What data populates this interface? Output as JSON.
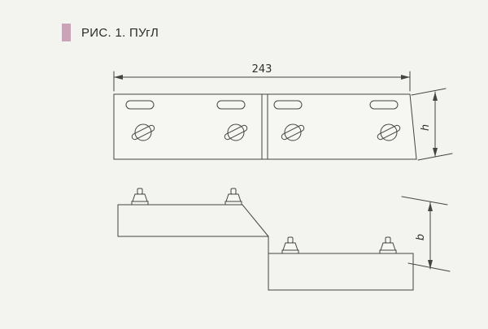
{
  "colors": {
    "background": "#f3f3ef",
    "line": "#45453f",
    "accent_marker": "#c9a4b6",
    "text": "#2b2b28"
  },
  "header": {
    "title": "РИС. 1. ПУгЛ"
  },
  "drawing": {
    "type": "technical-drawing",
    "dimensions": {
      "length": "243",
      "height": "h",
      "offset": "b"
    }
  }
}
